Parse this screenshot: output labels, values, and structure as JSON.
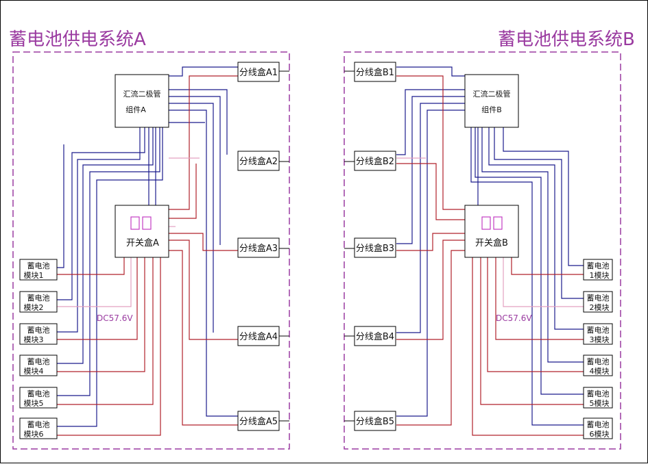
{
  "system_a": {
    "title": "蓄电池供电系统A",
    "diode_line1": "汇流二极管",
    "diode_line2": "组件A",
    "switch_label": "开关盒A",
    "dc_label": "DC57.6V",
    "branches": [
      "分线盒A1",
      "分线盒A2",
      "分线盒A3",
      "分线盒A4",
      "分线盒A5"
    ],
    "batteries": [
      {
        "l1": "蓄电池",
        "l2": "模块1"
      },
      {
        "l1": "蓄电池",
        "l2": "模块2"
      },
      {
        "l1": "蓄电池",
        "l2": "模块3"
      },
      {
        "l1": "蓄电池",
        "l2": "模块4"
      },
      {
        "l1": "蓄电池",
        "l2": "模块5"
      },
      {
        "l1": "蓄电池",
        "l2": "模块6"
      }
    ]
  },
  "system_b": {
    "title": "蓄电池供电系统B",
    "diode_line1": "汇流二极管",
    "diode_line2": "组件B",
    "switch_label": "开关盒B",
    "dc_label": "DC57.6V",
    "branches": [
      "分线盒B1",
      "分线盒B2",
      "分线盒B3",
      "分线盒B4",
      "分线盒B5"
    ],
    "batteries": [
      {
        "l1": "蓄电池",
        "l2": "1模块"
      },
      {
        "l1": "蓄电池",
        "l2": "2模块"
      },
      {
        "l1": "蓄电池",
        "l2": "3模块"
      },
      {
        "l1": "蓄电池",
        "l2": "4模块"
      },
      {
        "l1": "蓄电池",
        "l2": "5模块"
      },
      {
        "l1": "蓄电池",
        "l2": "6模块"
      }
    ]
  },
  "colors": {
    "positive": "#b0202a",
    "negative": "#1a1a8c",
    "frame": "#9a3aa0"
  }
}
